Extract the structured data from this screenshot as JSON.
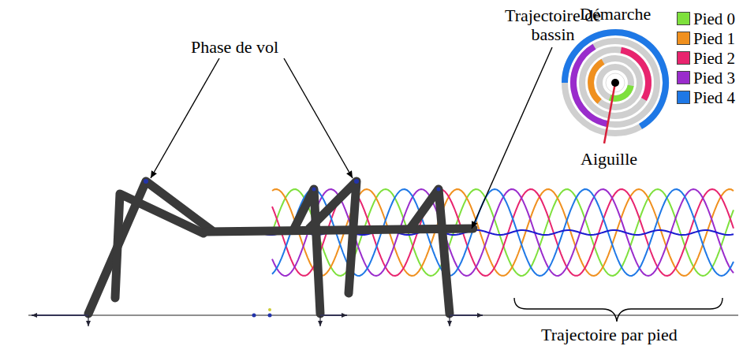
{
  "diagram": {
    "labels": [
      "Phase de vol",
      "Trajectoire de bassin",
      "Démarche",
      "Aiguille",
      "Trajectoire par pied"
    ],
    "legend": [
      {
        "text": "Pied 0",
        "color": "#7ee03c"
      },
      {
        "text": "Pied 1",
        "color": "#f0901e"
      },
      {
        "text": "Pied 2",
        "color": "#e8246e"
      },
      {
        "text": "Pied 3",
        "color": "#9a2ccc"
      },
      {
        "text": "Pied 4",
        "color": "#1e78e6"
      }
    ]
  }
}
